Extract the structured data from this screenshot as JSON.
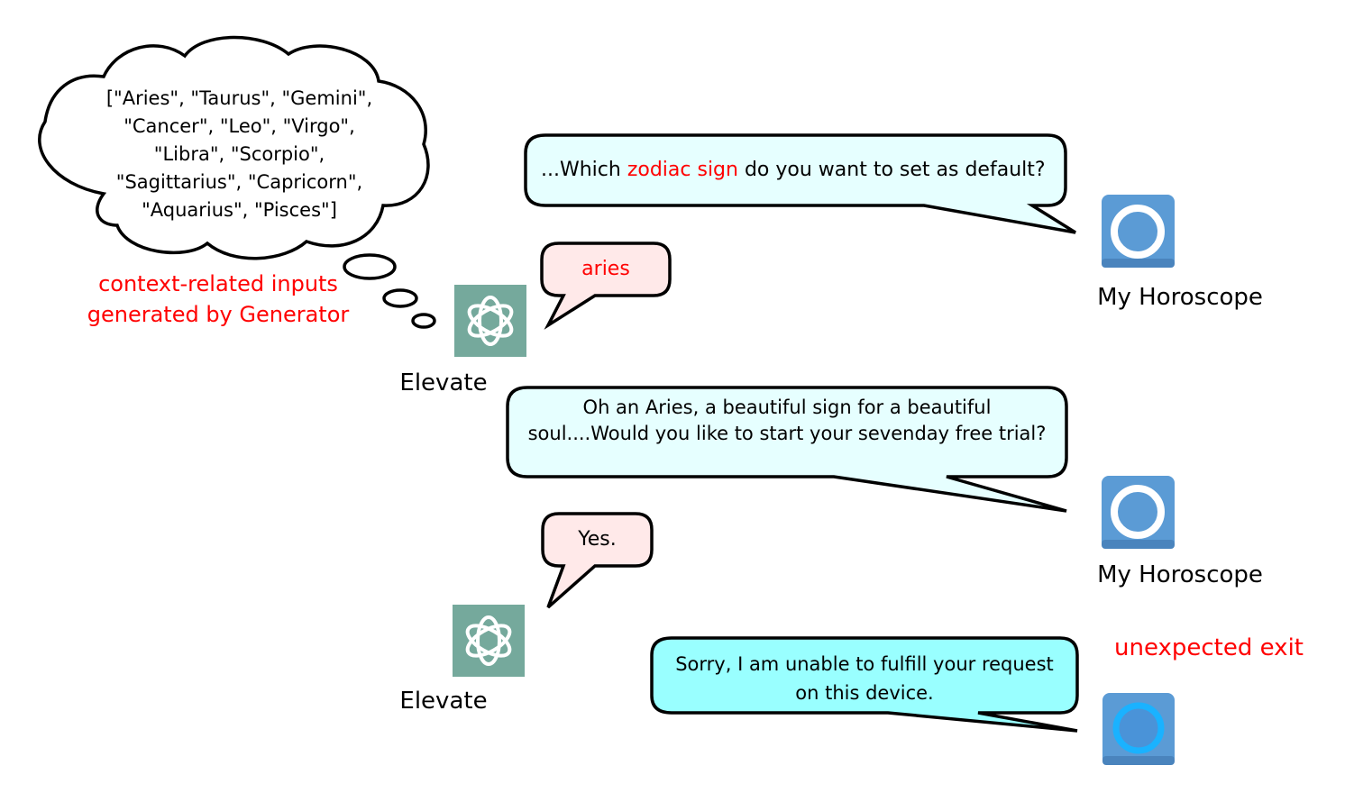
{
  "cloud": {
    "lines": [
      "[\"Aries\", \"Taurus\", \"Gemini\",",
      "\"Cancer\", \"Leo\", \"Virgo\",",
      "\"Libra\", \"Scorpio\",",
      "\"Sagittarius\", \"Capricorn\",",
      "\"Aquarius\", \"Pisces\"]"
    ],
    "caption_line1": "context-related inputs",
    "caption_line2": "generated by Generator"
  },
  "bubbles": {
    "app_1": {
      "prefix": "...Which ",
      "highlight": "zodiac sign",
      "suffix": " do you want to set as default?"
    },
    "user_1": "aries",
    "app_2": {
      "line1": "Oh an Aries, a beautiful sign for a beautiful",
      "line2": "soul....Would you like to start your sevenday free trial?"
    },
    "user_2": "Yes.",
    "app_3": {
      "line1": "Sorry, I am unable to fulfill your request",
      "line2": "on this device."
    }
  },
  "labels": {
    "app_name_1": "My Horoscope",
    "app_name_2": "My Horoscope",
    "agent_name_1": "Elevate",
    "agent_name_2": "Elevate",
    "exit_label": "unexpected exit"
  },
  "colors": {
    "red_text": "#ff0000",
    "app_bubble_fill": "#e6ffff",
    "exit_bubble_fill": "#99ffff",
    "user_bubble_fill": "#ffe9e9",
    "app_icon_fill": "#5b9bd5",
    "exit_ring": "#1ab2ff",
    "agent_icon_fill": "#75a99c"
  },
  "icons": {
    "app": "circle-ring-icon",
    "agent": "openai-logo-icon"
  }
}
